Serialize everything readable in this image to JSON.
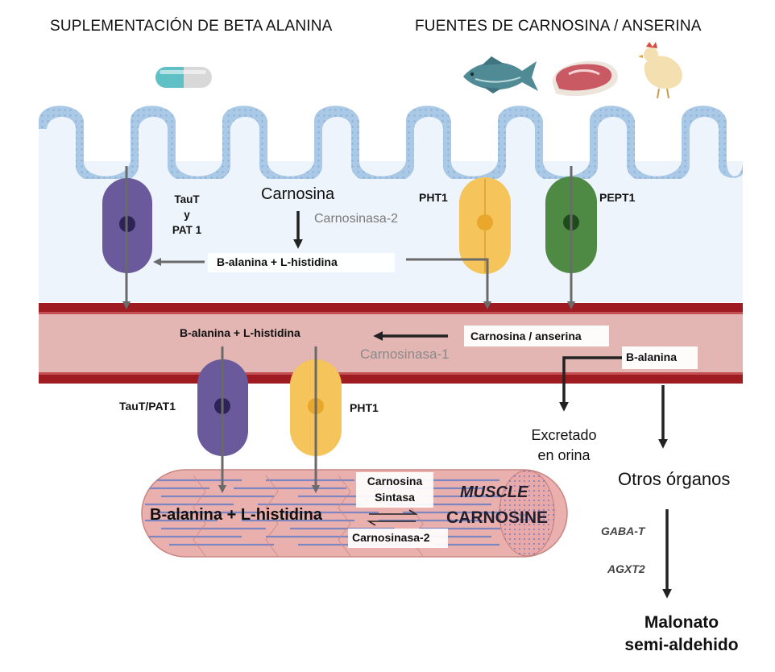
{
  "headers": {
    "left": "SUPLEMENTACIÓN DE BETA ALANINA",
    "right": "FUENTES DE CARNOSINA / ANSERINA"
  },
  "epithelium": {
    "carnosina": "Carnosina",
    "carnosinasa2": "Carnosinasa-2",
    "products": "B-alanina + L-histidina",
    "taut_line1": "TauT",
    "taut_line2": "y",
    "taut_line3": "PAT 1",
    "pht1": "PHT1",
    "pept1": "PEPT1"
  },
  "blood": {
    "products": "B-alanina + L-histidina",
    "carnosina_anserina": "Carnosina / anserina",
    "carnosinasa1": "Carnosinasa-1",
    "balanina": "B-alanina"
  },
  "muscle_membrane": {
    "tautpat1": "TauT/PAT1",
    "pht1": "PHT1"
  },
  "muscle": {
    "products": "B-alanina + L-histidina",
    "sintasa_line1": "Carnosina",
    "sintasa_line2": "Sintasa",
    "carnosinasa2": "Carnosinasa-2",
    "muscle_word": "MUSCLE",
    "carnosine_word": "CARNOSINE"
  },
  "fate": {
    "excretado_line1": "Excretado",
    "excretado_line2": "en orina",
    "otros": "Otros órganos",
    "gaba": "GABA-T",
    "agxt": "AGXT2",
    "malonato_line1": "Malonato",
    "malonato_line2": "semi-aldehido"
  },
  "colors": {
    "epithelium": "#a9c9e6",
    "lumen": "#eef4fb",
    "vessel": "#e3b5b3",
    "vessel_edge": "#9e1b22",
    "taut_transporter": "#6a5a9c",
    "pht1_transporter": "#f5c45a",
    "pept1_transporter": "#4f8a45",
    "muscle": "#eab0ae",
    "muscle_fiber": "#6c7fc4"
  }
}
